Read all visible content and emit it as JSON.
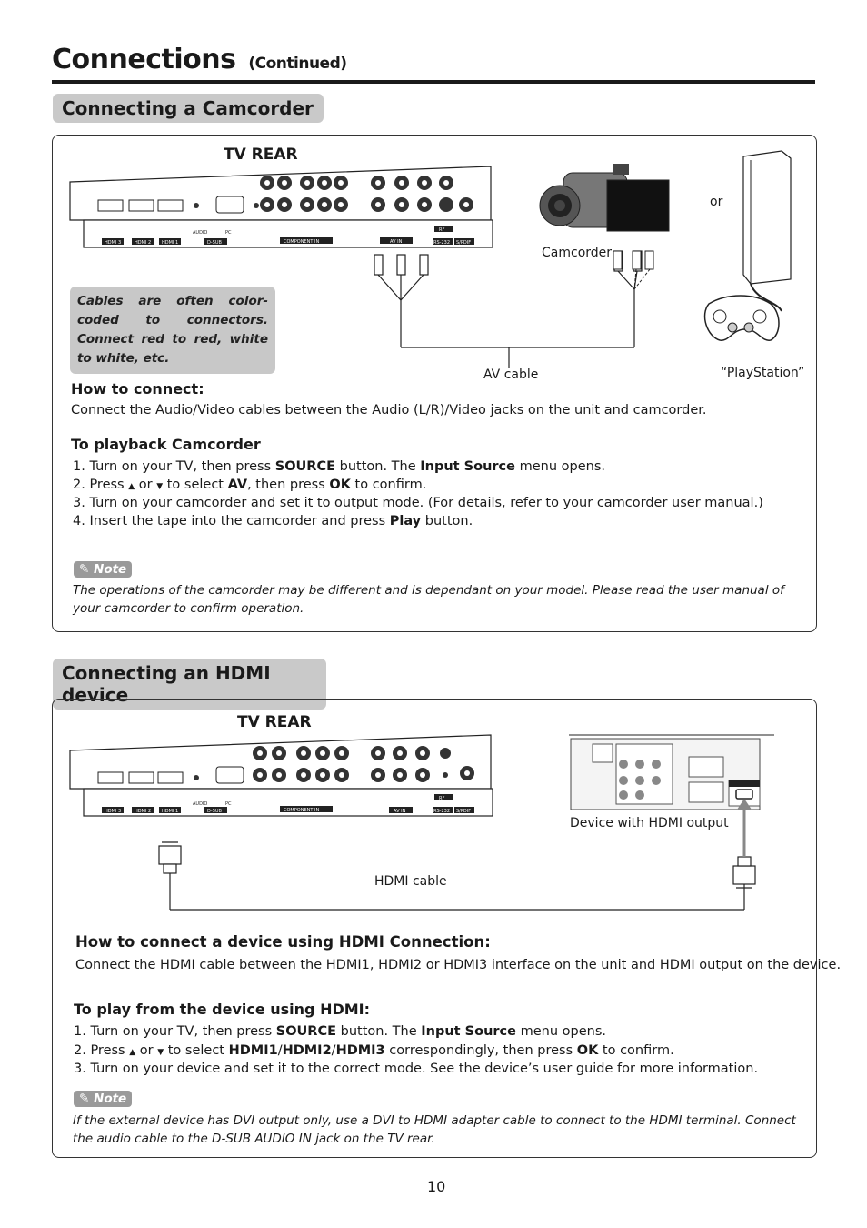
{
  "header": {
    "title": "Connections",
    "continued": "(Continued)"
  },
  "camcorder": {
    "heading": "Connecting a Camcorder",
    "tv_rear": "TV REAR",
    "labels": {
      "or": "or",
      "camcorder": "Camcorder",
      "av_cable": "AV cable",
      "playstation": "“PlayStation”"
    },
    "tip": "Cables are often color-coded to connectors. Connect red to red, white to white, etc.",
    "how_heading": "How to connect:",
    "how_text": "Connect the Audio/Video cables between the Audio (L/R)/Video jacks on the unit and camcorder.",
    "playback_heading": "To playback Camcorder",
    "steps": {
      "s1": {
        "a": "1. Turn on your TV,  then press ",
        "b": "SOURCE",
        "c": " button. The ",
        "d": "Input Source",
        "e": " menu opens."
      },
      "s2": {
        "a": "2. Press ",
        "up": "▲",
        "or": " or ",
        "down": "▼",
        "c": " to select ",
        "d": "AV",
        "e": ", then press ",
        "f": "OK",
        "g": " to confirm."
      },
      "s3": "3. Turn on your camcorder and set it to output mode. (For details, refer to your camcorder user manual.)",
      "s4": {
        "a": "4. Insert the tape into the camcorder and press ",
        "b": "Play",
        "c": " button."
      }
    },
    "note_label": "Note",
    "note_text": "The operations of the camcorder may be different and is dependant on your model. Please read the user manual of your camcorder to confirm operation."
  },
  "hdmi": {
    "heading": "Connecting an HDMI device",
    "tv_rear": "TV REAR",
    "labels": {
      "device": "Device with HDMI output",
      "cable": "HDMI cable"
    },
    "how_heading": "How to connect a device using HDMI Connection:",
    "how_text": "Connect the HDMI cable between the HDMI1, HDMI2 or HDMI3 interface on the unit and HDMI output on the device.",
    "play_heading": "To play from the device using HDMI:",
    "steps": {
      "s1": {
        "a": "1. Turn on your TV,  then press ",
        "b": "SOURCE",
        "c": " button. The ",
        "d": "Input Source",
        "e": " menu opens."
      },
      "s2": {
        "a": "2. Press ",
        "up": "▲",
        "or": " or ",
        "down": "▼",
        "c": " to select ",
        "d": "HDMI1",
        "sl1": "/",
        "e": "HDMI2",
        "sl2": "/",
        "f": "HDMI3",
        "g": " correspondingly, then press ",
        "h": "OK",
        "i": " to confirm."
      },
      "s3": "3. Turn on your device and set it to the correct mode. See the device’s user guide for more information."
    },
    "note_label": "Note",
    "note_text": "If the external device has DVI output only, use a DVI to HDMI adapter cable to connect to the HDMI terminal. Connect the audio cable to the D-SUB AUDIO IN jack on the TV rear."
  },
  "panel_labels": {
    "hdmi3": "HDMI 3",
    "hdmi2": "HDMI 2",
    "hdmi1": "HDMI 1",
    "audio": "AUDIO",
    "pc": "PC",
    "dsub": "D-SUB",
    "component_in": "COMPONENT IN",
    "av_in": "AV IN",
    "rf": "RF",
    "rs232": "RS-232",
    "spdif": "S/PDIF"
  },
  "page_number": "10",
  "colors": {
    "heading_bg": "#c9c9c9",
    "note_badge": "#9a9a9a",
    "rule": "#1a1a1a"
  }
}
